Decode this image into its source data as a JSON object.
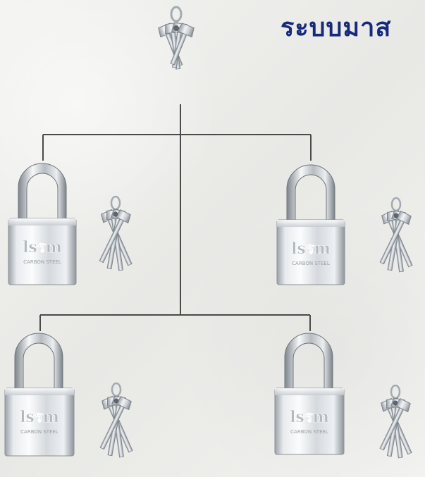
{
  "title": "ระบบมาส",
  "diagram": {
    "master": {
      "kind": "key-bunch"
    },
    "branches": [
      {
        "lock_brand": "lsรm",
        "lock_subtitle": "CARBON STEEL"
      },
      {
        "lock_brand": "lsรm",
        "lock_subtitle": "CARBON STEEL"
      },
      {
        "lock_brand": "lsรm",
        "lock_subtitle": "CARBON STEEL"
      },
      {
        "lock_brand": "lsรm",
        "lock_subtitle": "CARBON STEEL"
      }
    ]
  },
  "colors": {
    "title": "#17297a",
    "connector": "#4a4a4a",
    "metal_light": "#f4f6f8",
    "metal_dark": "#9aa1a8"
  }
}
